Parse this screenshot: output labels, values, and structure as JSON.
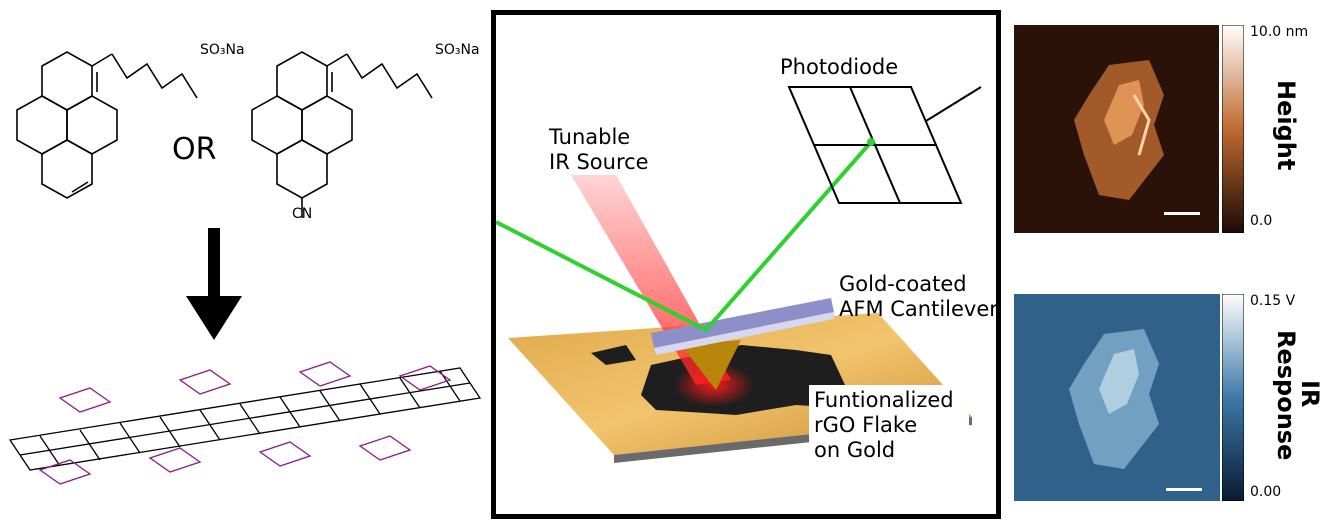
{
  "molecules": {
    "substituent_1": "SO₃Na",
    "substituent_2": "SO₃Na",
    "cyano": "CN",
    "or_label": "OR"
  },
  "setup": {
    "photodiode": "Photodiode",
    "ir_source_line1": "Tunable",
    "ir_source_line2": "IR Source",
    "cantilever_line1": "Gold-coated",
    "cantilever_line2": "AFM Cantilever",
    "flake_line1": "Funtionalized",
    "flake_line2": "rGO Flake",
    "flake_line3": "on Gold"
  },
  "height_map": {
    "title": "Height",
    "max_label": "10.0 nm",
    "min_label": "0.0"
  },
  "ir_map": {
    "title_line1": "IR",
    "title_line2": "Response",
    "max_label": "0.15 V",
    "min_label": "0.00"
  },
  "colors": {
    "afm_dark": "#2a1208",
    "afm_bright": "#f0a060",
    "ir_dark": "#0a1a33",
    "ir_mid": "#3d79a8",
    "gold": "#e0a94a",
    "laser_green": "#2fd12f",
    "ir_red": "#ff2a2a",
    "cantilever": "#8e8ec8",
    "pyrene_purple": "#8a1d8a"
  }
}
